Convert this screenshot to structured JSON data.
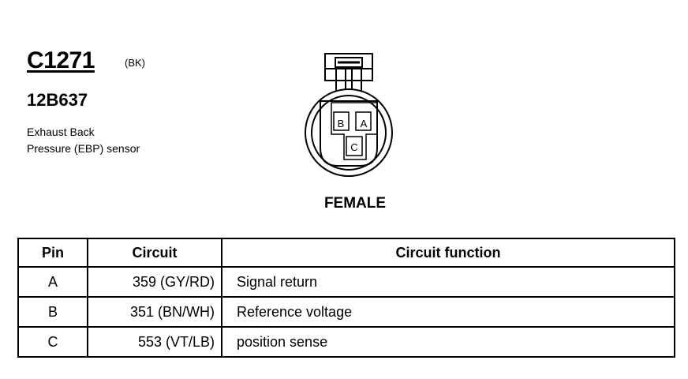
{
  "connector": {
    "id": "C1271",
    "color_code": "(BK)",
    "part_number": "12B637",
    "description_lines": [
      "Exhaust Back",
      "Pressure (EBP) sensor"
    ],
    "gender": "FEMALE",
    "pin_labels": [
      "B",
      "A",
      "C"
    ]
  },
  "table": {
    "headers": [
      "Pin",
      "Circuit",
      "Circuit function"
    ],
    "rows": [
      {
        "pin": "A",
        "circuit": "359 (GY/RD)",
        "function": "Signal return"
      },
      {
        "pin": "B",
        "circuit": "351 (BN/WH)",
        "function": "Reference voltage"
      },
      {
        "pin": "C",
        "circuit": "553 (VT/LB)",
        "function": "position sense"
      }
    ]
  }
}
